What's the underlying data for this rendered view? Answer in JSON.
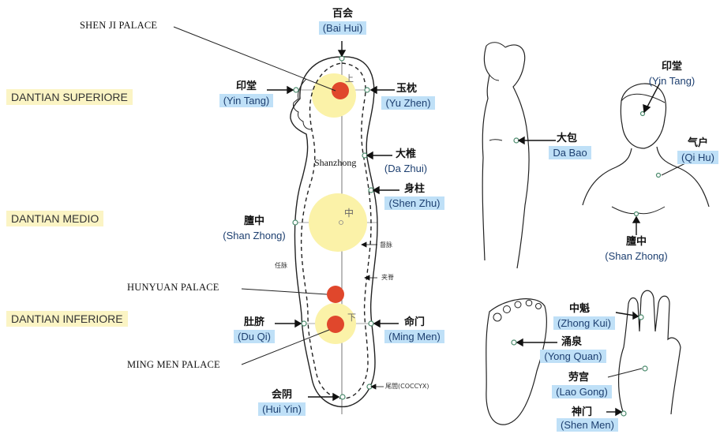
{
  "zones": {
    "superior": "DANTIAN SUPERIORE",
    "medio": "DANTIAN MEDIO",
    "inferior": "DANTIAN INFERIORE"
  },
  "palaces": {
    "shen_ji": "SHEN JI PALACE",
    "hunyuan": "HUNYUAN PALACE",
    "ming_men": "MING MEN PALACE"
  },
  "dantian_chars": {
    "upper": "上",
    "middle": "中",
    "lower": "下"
  },
  "points": {
    "bai_hui": {
      "cn": "百会",
      "py": "(Bai Hui)"
    },
    "yin_tang": {
      "cn": "印堂",
      "py": "(Yin Tang)"
    },
    "yu_zhen": {
      "cn": "玉枕",
      "py": "(Yu Zhen)"
    },
    "da_zhui": {
      "cn": "大椎",
      "py": "(Da Zhui)"
    },
    "shen_zhu": {
      "cn": "身柱",
      "py": "(Shen Zhu)"
    },
    "shan_zhong": {
      "cn": "膻中",
      "py": "(Shan Zhong)"
    },
    "du_qi": {
      "cn": "肚脐",
      "py": "(Du Qi)"
    },
    "ming_men": {
      "cn": "命门",
      "py": "(Ming Men)"
    },
    "hui_yin": {
      "cn": "会阴",
      "py": "(Hui Yin)"
    },
    "da_bao": {
      "cn": "大包",
      "py": "Da Bao"
    },
    "yin_tang_2": {
      "cn": "印堂",
      "py": "(Yin Tang)"
    },
    "qi_hu": {
      "cn": "气户",
      "py": "(Qi Hu)"
    },
    "shan_zhong_2": {
      "cn": "膻中",
      "py": "(Shan Zhong)"
    },
    "zhong_kui": {
      "cn": "中魁",
      "py": "(Zhong Kui)"
    },
    "yong_quan": {
      "cn": "涌泉",
      "py": "(Yong Quan)"
    },
    "lao_gong": {
      "cn": "劳宫",
      "py": "(Lao Gong)"
    },
    "shen_men": {
      "cn": "神门",
      "py": "(Shen Men)"
    }
  },
  "small_labels": {
    "du_mai": "督脉",
    "ren_mai": "任脉",
    "jia_ji": "夹脊",
    "coccyx": "尾閭(COCCYX)"
  },
  "overlay": {
    "shanzhong": "Shanzhong"
  },
  "colors": {
    "dantian_yellow": "#fbf2a8",
    "palace_red": "#e0472c",
    "label_blue": "#bfe0f7",
    "zone_bg": "#fbf4c4"
  }
}
